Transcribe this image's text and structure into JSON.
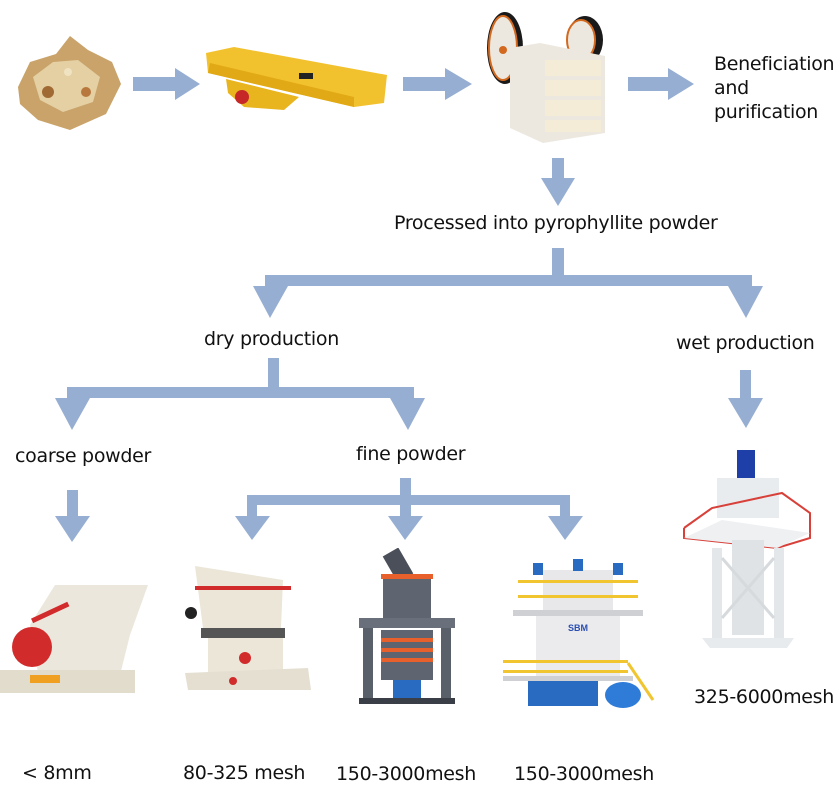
{
  "arrow_color": "#97aed3",
  "top_row": {
    "raw_ore": "pyrophyllite-ore",
    "feeder": "vibrating-feeder",
    "crusher": "jaw-crusher",
    "beneficiation_label": [
      "Beneficiation",
      "and",
      "purification"
    ]
  },
  "processed_label": "Processed into pyrophyllite powder",
  "dry_production": "dry production",
  "wet_production": "wet production",
  "coarse_powder": "coarse powder",
  "fine_powder": "fine powder",
  "machines": [
    {
      "name": "hammer-crusher",
      "spec": "< 8mm"
    },
    {
      "name": "raymond-mill",
      "spec": "80-325 mesh"
    },
    {
      "name": "ultrafine-mill",
      "spec": "150-3000mesh"
    },
    {
      "name": "vertical-mill",
      "spec": "150-3000mesh"
    },
    {
      "name": "wet-stirred-mill",
      "spec": "325-6000mesh"
    }
  ]
}
